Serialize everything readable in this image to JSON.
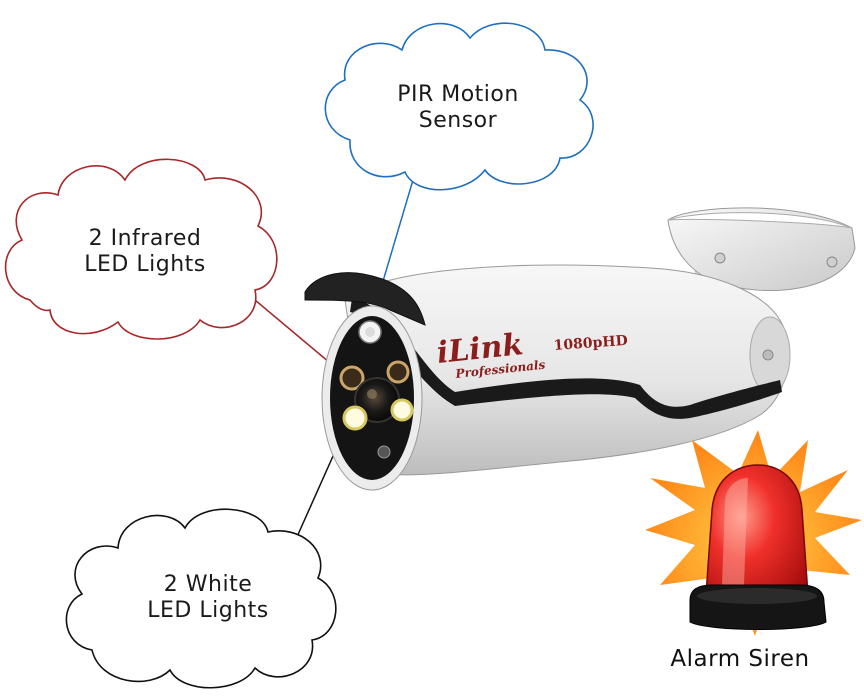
{
  "callouts": {
    "pir": {
      "line1": "PIR Motion",
      "line2": "Sensor",
      "color": "#1f6fc0"
    },
    "infrared": {
      "line1": "2 Infrared",
      "line2": "LED Lights",
      "color": "#a8282a"
    },
    "white": {
      "line1": "2 White",
      "line2": "LED Lights",
      "color": "#111111"
    }
  },
  "camera": {
    "brand_main": "iLink",
    "brand_sub": "Professionals",
    "resolution_label": "1080pHD"
  },
  "siren": {
    "label": "Alarm Siren"
  }
}
